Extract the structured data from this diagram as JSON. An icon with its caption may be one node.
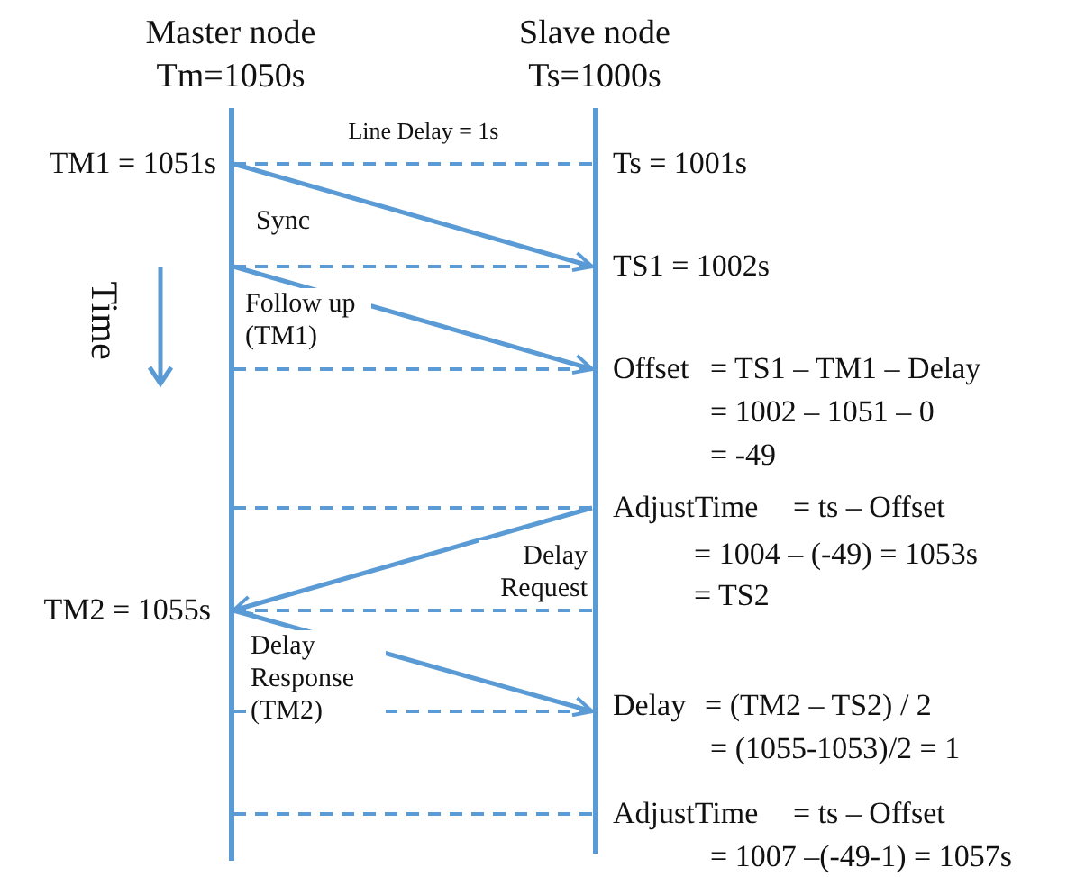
{
  "diagram": {
    "nodes": [
      {
        "text": [
          "Master node",
          "Tm=1050s"
        ]
      },
      {
        "text": [
          "Slave node",
          "Ts=1000s"
        ]
      }
    ],
    "edges": [
      {
        "from": 0,
        "to": 1,
        "arrow": "none",
        "style": "dashed",
        "label": "Line Delay = 1s"
      },
      {
        "from": 0,
        "to": 1,
        "arrow": "to",
        "label": "Sync"
      },
      {
        "from": 0,
        "to": 1,
        "arrow": "none",
        "style": "dashed"
      },
      {
        "from": 0,
        "to": 1,
        "arrow": "to",
        "label": "Follow up (TM1)"
      },
      {
        "from": 0,
        "to": 1,
        "arrow": "none",
        "style": "dashed"
      },
      {
        "from": 0,
        "to": 1,
        "arrow": "none",
        "style": "dashed"
      },
      {
        "from": 1,
        "to": 0,
        "arrow": "to",
        "label": "Delay Request"
      },
      {
        "from": 0,
        "to": 1,
        "arrow": "none",
        "style": "dashed"
      },
      {
        "from": 0,
        "to": 1,
        "arrow": "to",
        "label": "Delay Response (TM2)"
      },
      {
        "from": 0,
        "to": 1,
        "arrow": "none",
        "style": "dashed"
      },
      {
        "from": 0,
        "to": 1,
        "arrow": "none",
        "style": "dashed"
      }
    ],
    "labels": [
      "TM1 = 1051s",
      "Ts = 1001s",
      "Time",
      "TS1 = 1002s",
      "Offset",
      "= TS1 – TM1 – Delay",
      "= 1002 – 1051 – 0",
      "= -49",
      "AdjustTime",
      "= ts – Offset",
      "= 1004 – (-49) = 1053s",
      "= TS2",
      "TM2 = 1055s",
      "Delay",
      "= (TM2 – TS2) / 2",
      "= (1055-1053)/2 = 1",
      "AdjustTime",
      "= ts – Offset",
      "= 1007 –(-49-1) = 1057s"
    ]
  }
}
